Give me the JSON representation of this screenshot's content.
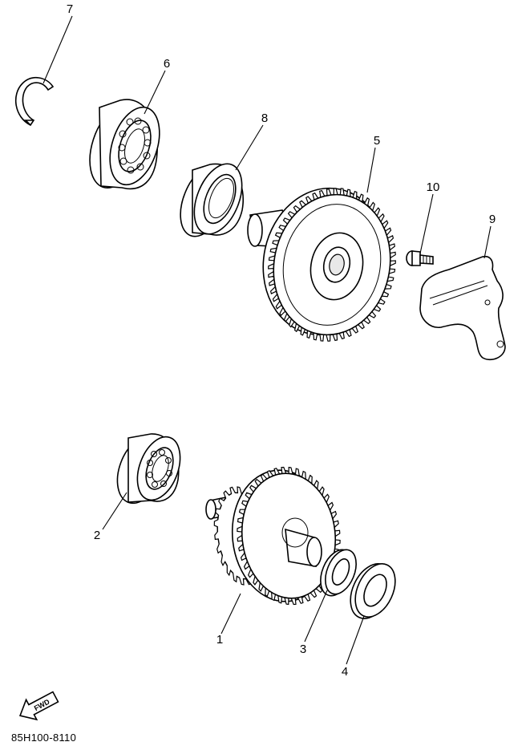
{
  "diagram": {
    "drawing_code": "85H100-8110",
    "fwd_label": "FWD",
    "callouts": [
      {
        "id": "1",
        "label": "1"
      },
      {
        "id": "2",
        "label": "2"
      },
      {
        "id": "3",
        "label": "3"
      },
      {
        "id": "4",
        "label": "4"
      },
      {
        "id": "5",
        "label": "5"
      },
      {
        "id": "6",
        "label": "6"
      },
      {
        "id": "7",
        "label": "7"
      },
      {
        "id": "8",
        "label": "8"
      },
      {
        "id": "9",
        "label": "9"
      },
      {
        "id": "10",
        "label": "10"
      }
    ]
  }
}
